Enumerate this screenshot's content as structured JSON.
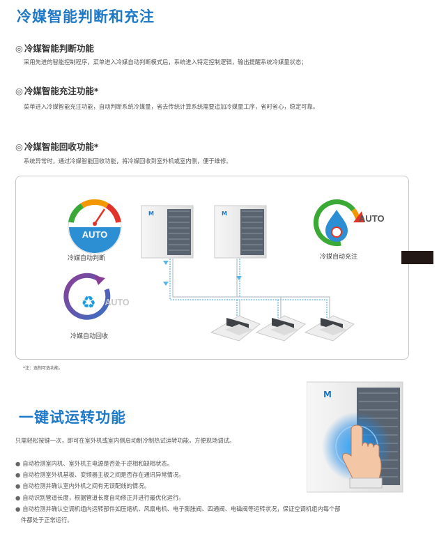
{
  "section1": {
    "title": "冷媒智能判断和充注",
    "features": [
      {
        "mark": "◎",
        "heading": "冷媒智能判断功能",
        "desc": "采用先进的智能控制程序，菜单进入冷媒自动判断模式后，系统进入特定控制逻辑，输出提醒系统冷媒量状态；"
      },
      {
        "mark": "◎",
        "heading": "冷媒智能充注功能*",
        "desc": "菜单进入冷媒智能充注功能，自动判断系统冷媒量，省去传统计算系统需要追加冷媒量工序，省时省心，稳定可靠。"
      },
      {
        "mark": "◎",
        "heading": "冷媒智能回收功能*",
        "desc": "系统异常时，通过冷媒智能回收功能，将冷媒回收到室外机或室内侧，便于维修。"
      }
    ]
  },
  "diagram": {
    "auto_label": "AUTO",
    "captions": {
      "judge": "冷媒自动判断",
      "charge": "冷媒自动充注",
      "recover": "冷媒自动回收"
    },
    "colors": {
      "blue": "#1e78c8",
      "green": "#3aa935",
      "red": "#e2332a",
      "orange": "#f39800",
      "purple": "#8a3f96",
      "pipe": "#5ab4e6"
    }
  },
  "note": "*注：选制可选功能。",
  "section2": {
    "title": "一键试运转功能",
    "intro": "只需轻松按键一次，即可在室外机或室内侧启动制冷制热试运转功能，方便现场调试。",
    "bullet_mark": "●",
    "bullets": [
      "自动检测室内机、室外机主电源是否处于逆相和缺相状态。",
      "自动检测室外机基板、变频器主板之间是否存在通讯异常情况。",
      "自动检测并确认室内外机之间有无误配线的情况。",
      "自动识别管道长度，根据管道长度自动修正并进行最优化运行。",
      "自动检测并确认空调机组内运转部件如压缩机、风扇电机、电子膨胀阀、四通阀、电磁阀等运转状况，保证空调机组内每个部",
      "件都处于正常运行。"
    ]
  }
}
